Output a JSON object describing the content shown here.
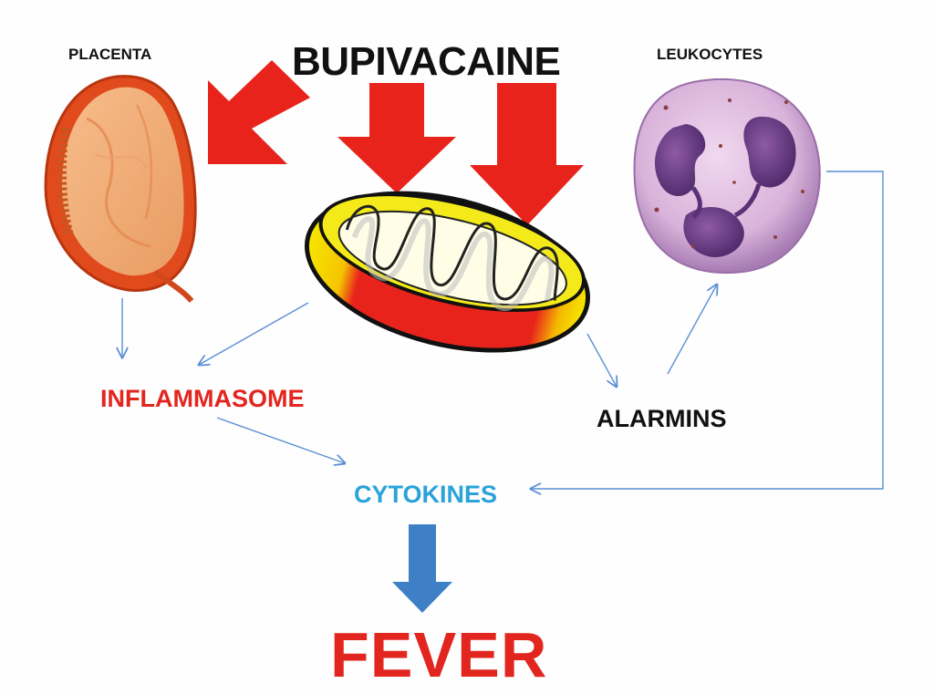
{
  "labels": {
    "bupivacaine": "BUPIVACAINE",
    "placenta": "PLACENTA",
    "leukocytes": "LEUKOCYTES",
    "inflammasome": "INFLAMMASOME",
    "alarmins": "ALARMINS",
    "cytokines": "CYTOKINES",
    "fever": "FEVER"
  },
  "colors": {
    "big_arrow_red": "#e8231c",
    "flow_arrow_blue": "#5b8fd4",
    "fever_arrow_blue": "#3f7fc6",
    "inflammasome_red": "#e2261f",
    "cytokines_blue": "#29a3d9",
    "fever_red": "#e2261f"
  },
  "icons": [
    "placenta-illustration",
    "mitochondrion-illustration",
    "leukocyte-illustration"
  ],
  "connections": [
    {
      "from": "placenta",
      "to": "inflammasome"
    },
    {
      "from": "mitochondrion",
      "to": "inflammasome"
    },
    {
      "from": "mitochondrion",
      "to": "alarmins"
    },
    {
      "from": "alarmins",
      "to": "leukocytes"
    },
    {
      "from": "leukocytes",
      "to": "cytokines"
    },
    {
      "from": "inflammasome",
      "to": "cytokines"
    },
    {
      "from": "cytokines",
      "to": "fever"
    }
  ]
}
